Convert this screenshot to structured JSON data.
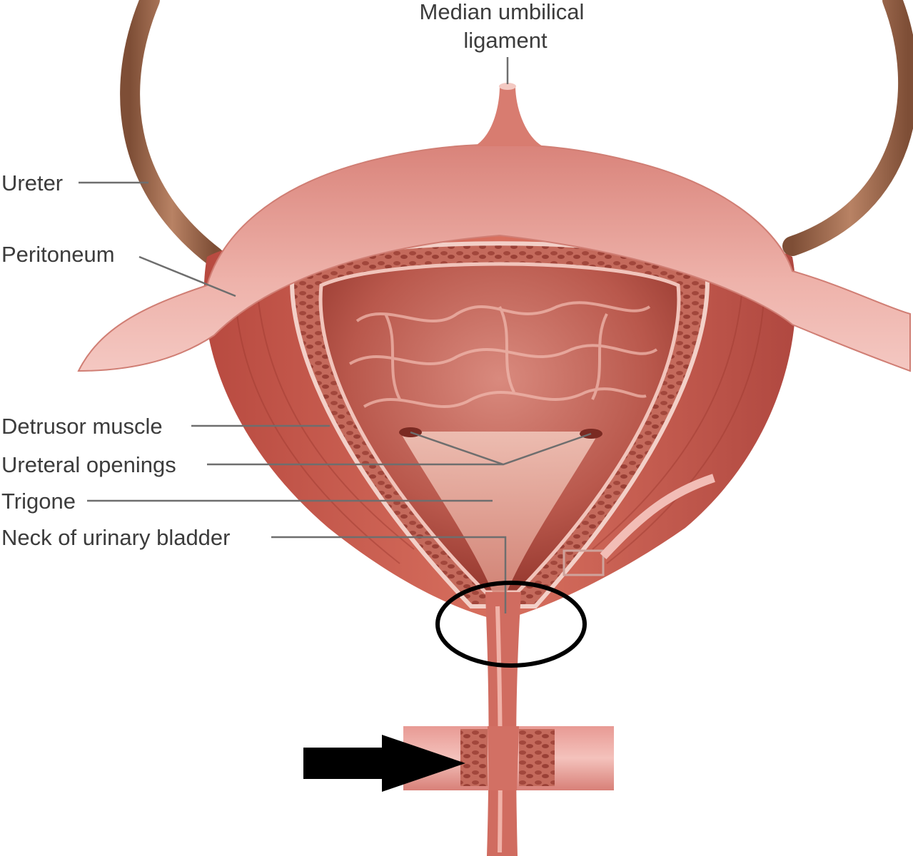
{
  "figure": {
    "labels": {
      "median_umbilical_line1": "Median umbilical",
      "median_umbilical_line2": "ligament",
      "ureter": "Ureter",
      "peritoneum": "Peritoneum",
      "detrusor_muscle": "Detrusor muscle",
      "ureteral_openings": "Ureteral openings",
      "trigone": "Trigone",
      "neck_of_urinary_bladder": "Neck of urinary bladder"
    },
    "annotations": {
      "highlight_circle": "neck-of-bladder-circle",
      "pointer_arrow": "arrow-to-sphincter"
    },
    "colors": {
      "muscle": "#c85a4e",
      "muscle_dark": "#a43c34",
      "peritoneum": "#e8a8a2",
      "ureter": "#9c6a4e",
      "mucosa": "#b5554a",
      "leader_line": "#6e6e6e",
      "annotation": "#000000"
    }
  }
}
